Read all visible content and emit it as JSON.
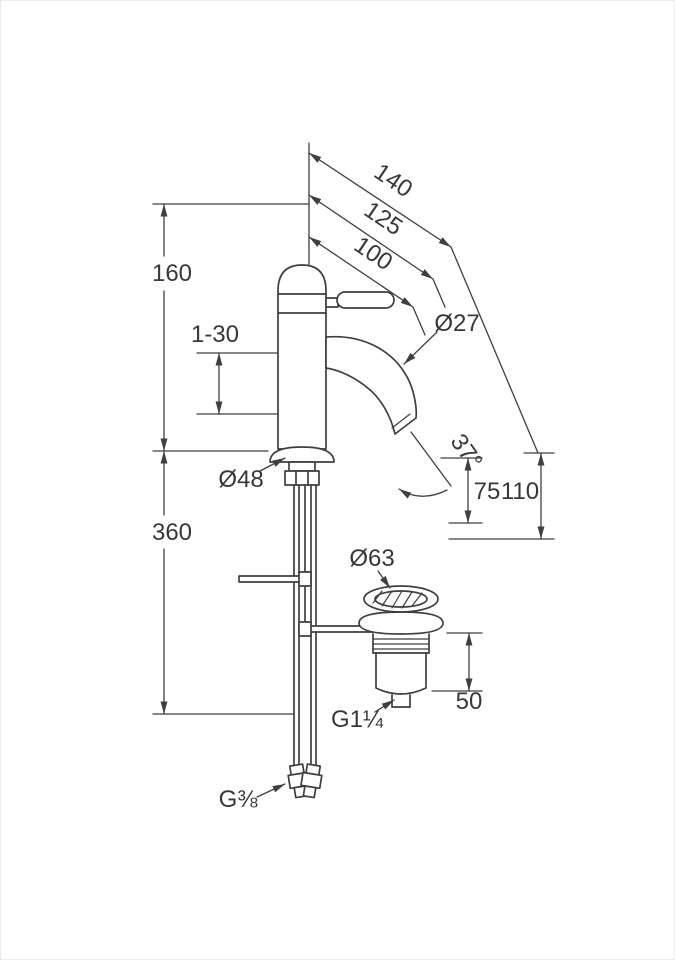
{
  "figure": {
    "type": "technical-dimension-drawing",
    "subject": "single-lever basin mixer with pop-up waste",
    "background": "#ffffff",
    "line_color": "#3f3f3f",
    "text_color": "#383838"
  },
  "labels": {
    "proj_140": "140",
    "proj_125": "125",
    "proj_100": "100",
    "height_160": "160",
    "clamp_1_30": "1-30",
    "dia_27": "Ø27",
    "angle_37": "37°",
    "h_75": "75",
    "h_110": "110",
    "dia_48": "Ø48",
    "len_360": "360",
    "dia_63": "Ø63",
    "h_50": "50",
    "thread_g114": "G1¼",
    "thread_g38": "G⅜"
  }
}
